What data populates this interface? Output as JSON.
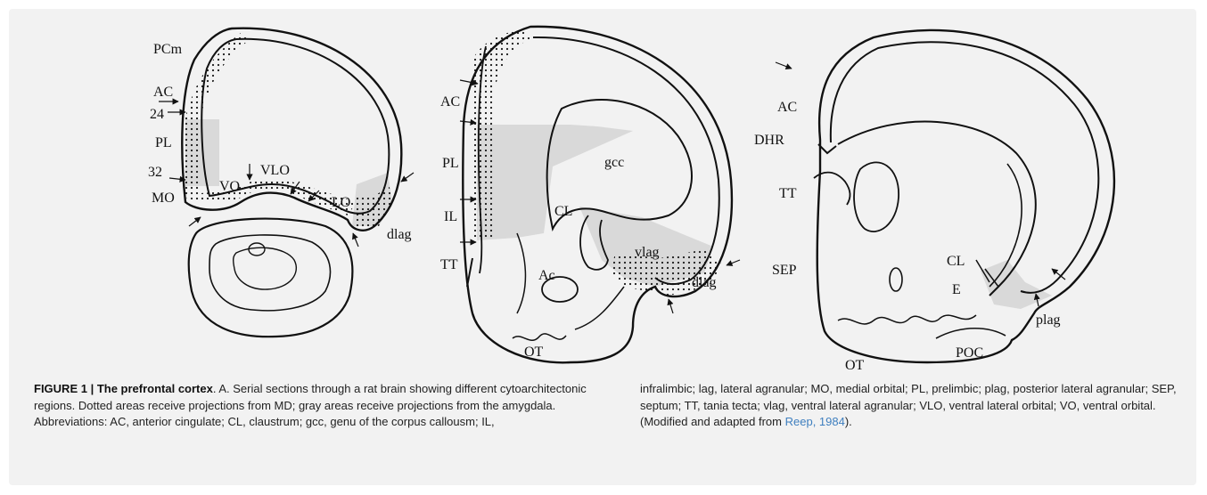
{
  "figure": {
    "panel1_labels": {
      "pcm": "PCm",
      "ac": "AC",
      "n24": "24",
      "pl": "PL",
      "n32": "32",
      "vo": "VO",
      "vlo": "VLO",
      "mo": "MO",
      "lo": "LO",
      "dlag": "dlag"
    },
    "panel2_labels": {
      "ac": "AC",
      "pl": "PL",
      "il": "IL",
      "tt": "TT",
      "gcc": "gcc",
      "cl": "CL",
      "ac2": "Ac",
      "vlag": "vlag",
      "dlag": "dlag",
      "ot": "OT"
    },
    "panel3_labels": {
      "ac": "AC",
      "dhr": "DHR",
      "tt": "TT",
      "sep": "SEP",
      "cl": "CL",
      "e": "E",
      "plag": "plag",
      "ot": "OT",
      "poc": "POC"
    },
    "colors": {
      "stipple": "#1a1a1a",
      "gray_region": "#d9d9d9",
      "link": "#3f7fbf"
    }
  },
  "caption": {
    "title": "FIGURE 1 | The prefrontal cortex",
    "left_text": ". A. Serial sections through a rat brain showing different cytoarchitectonic regions. Dotted areas receive projections from MD; gray areas receive projections from the amygdala. Abbreviations: AC, anterior cingulate; CL, claustrum; gcc, genu of the corpus callousm; IL,",
    "right_text_before": "infralimbic; lag, lateral agranular; MO, medial orbital; PL, prelimbic; plag, posterior lateral agranular; SEP, septum; TT, tania tecta; vlag, ventral lateral agranular; VLO, ventral lateral orbital; VO, ventral orbital. (Modified and adapted from ",
    "citation": "Reep, 1984",
    "right_text_after": ")."
  }
}
